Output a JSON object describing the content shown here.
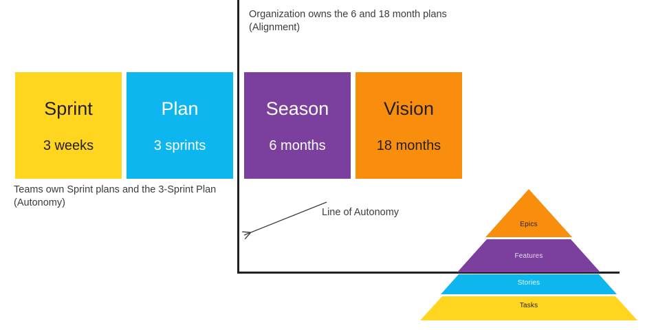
{
  "annotations": {
    "top_right_caption": "Organization owns the 6 and 18 month plans\n(Alignment)",
    "bottom_left_caption": "Teams own Sprint plans and the 3-Sprint Plan\n(Autonomy)",
    "autonomy_line_label": "Line of Autonomy"
  },
  "colors": {
    "yellow": "#FFD520",
    "blue": "#0DB6EF",
    "purple": "#7B3F9D",
    "orange": "#F98E0D",
    "line": "#231f20",
    "text_dark": "#231f20",
    "text_light": "#ffffff",
    "caption": "#3b3b3b"
  },
  "boxes": [
    {
      "title": "Sprint",
      "duration": "3 weeks",
      "color": "#FFD520",
      "text_color": "#231f20",
      "side": "autonomy"
    },
    {
      "title": "Plan",
      "duration": "3 sprints",
      "color": "#0DB6EF",
      "text_color": "#ffffff",
      "side": "autonomy"
    },
    {
      "title": "Season",
      "duration": "6 months",
      "color": "#7B3F9D",
      "text_color": "#ffffff",
      "side": "alignment"
    },
    {
      "title": "Vision",
      "duration": "18 months",
      "color": "#F98E0D",
      "text_color": "#231f20",
      "side": "alignment"
    }
  ],
  "pyramid": {
    "layers": [
      {
        "label": "Epics",
        "color": "#F98E0D",
        "text_color": "#231f20"
      },
      {
        "label": "Features",
        "color": "#7B3F9D",
        "text_color": "#e7d8ef"
      },
      {
        "label": "Stories",
        "color": "#0DB6EF",
        "text_color": "#eaf9ff"
      },
      {
        "label": "Tasks",
        "color": "#FFD520",
        "text_color": "#231f20"
      }
    ]
  }
}
